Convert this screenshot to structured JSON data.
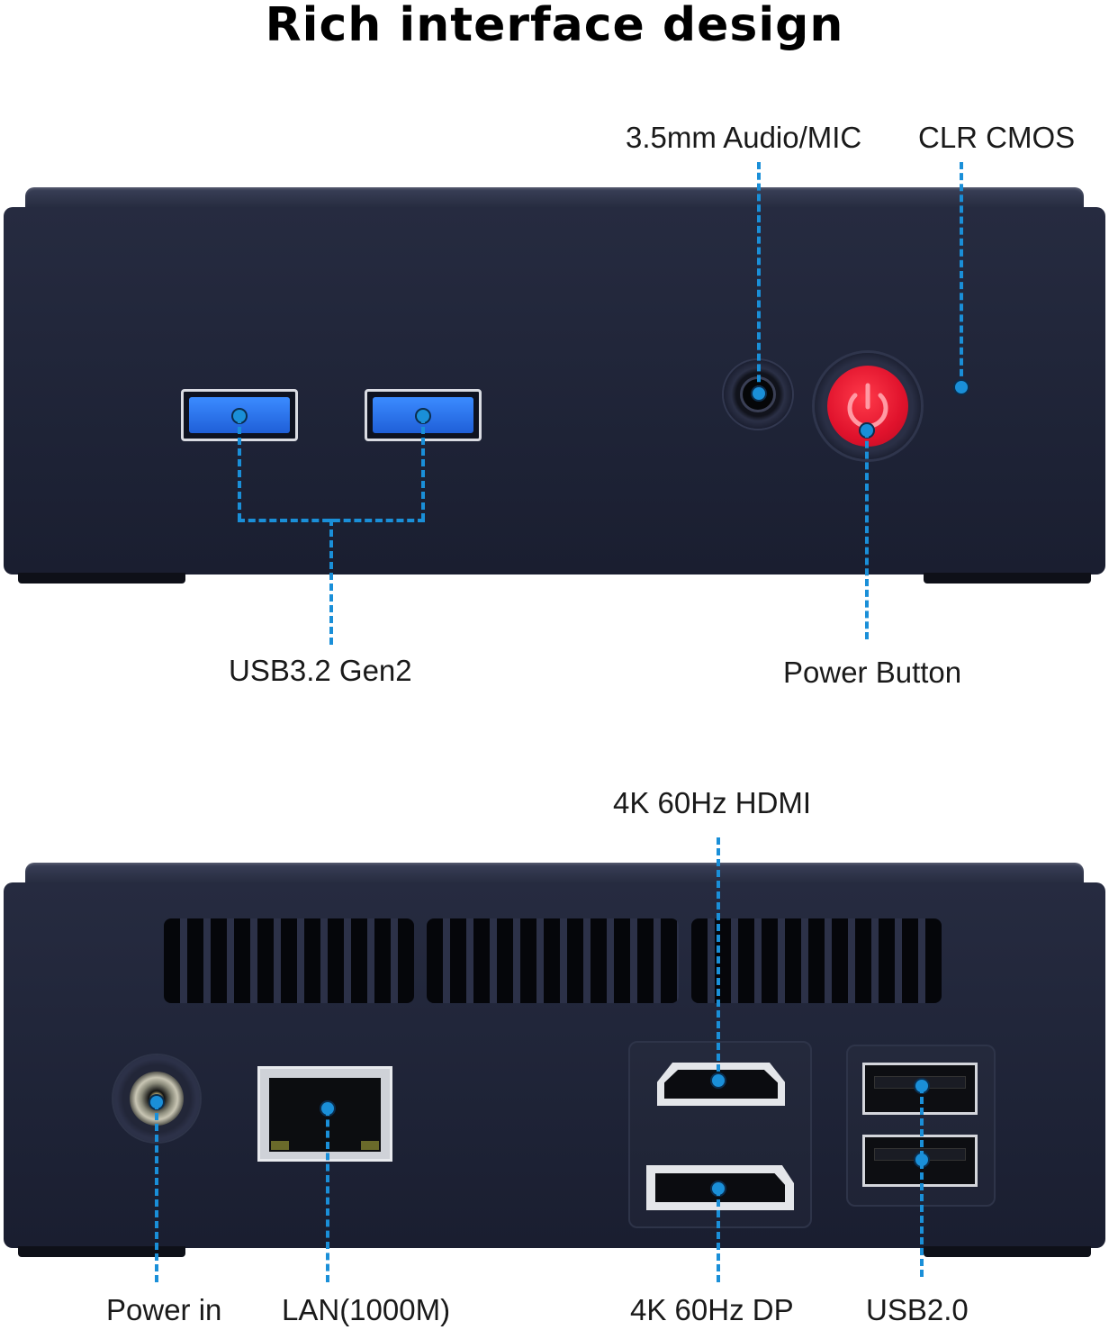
{
  "title": "Rich interface design",
  "front_panel": {
    "labels": {
      "audio": "3.5mm Audio/MIC",
      "clr_cmos": "CLR CMOS",
      "usb3": "USB3.2 Gen2",
      "power_button": "Power Button"
    }
  },
  "rear_panel": {
    "labels": {
      "hdmi": "4K 60Hz HDMI",
      "power_in": "Power in",
      "lan": "LAN(1000M)",
      "dp": "4K 60Hz DP",
      "usb2": "USB2.0"
    }
  },
  "colors": {
    "accent_line": "#1a8fd8",
    "chassis": "#1d2235",
    "usb3_port": "#2f6fe8",
    "power_button": "#e0122c"
  },
  "icons": [
    "power-icon"
  ]
}
